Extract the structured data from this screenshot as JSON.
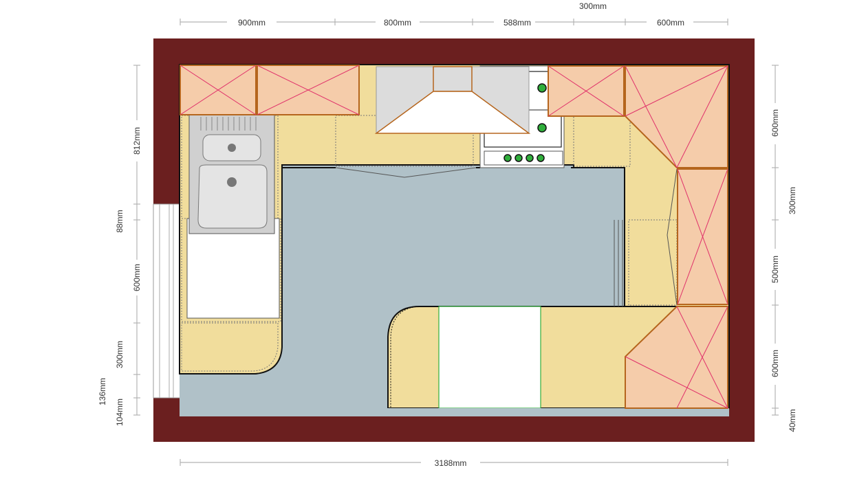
{
  "dimensions": {
    "top": [
      "900mm",
      "800mm",
      "588mm",
      "300mm",
      "600mm"
    ],
    "left": [
      "812mm",
      "88mm",
      "600mm",
      "300mm",
      "136mm",
      "104mm"
    ],
    "right": [
      "600mm",
      "300mm",
      "500mm",
      "600mm",
      "40mm"
    ],
    "bottom": "3188mm"
  },
  "colors": {
    "wall": "#6b1f1f",
    "floor": "#b0c1c8",
    "base_cabinet": "#f1dd9c",
    "upper_cabinet": "#f5ccaa",
    "upper_edge": "#b5651d",
    "cross": "#e0306a",
    "hood": "#dcdcdc",
    "sink": "#d0d0d0",
    "burner": "#2fae3b"
  }
}
